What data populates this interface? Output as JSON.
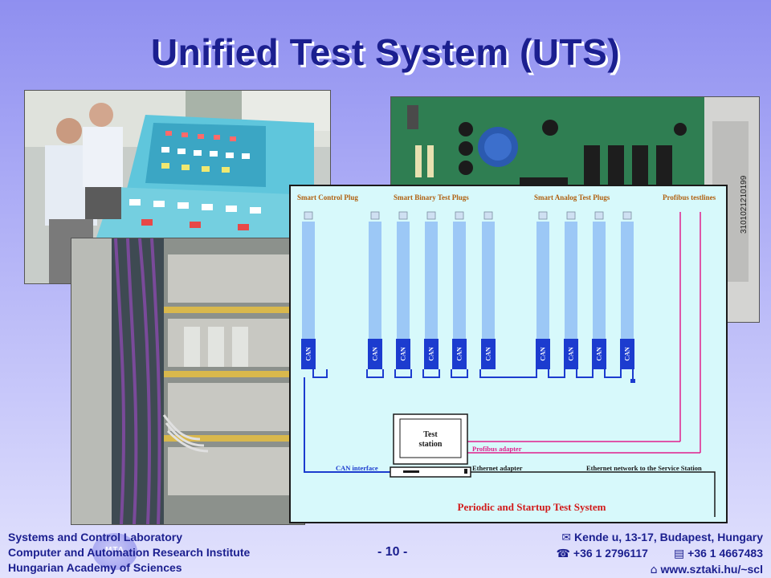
{
  "slide": {
    "title": "Unified Test System (UTS)",
    "page_number": "- 10 -"
  },
  "footer": {
    "left_lines": [
      "Systems and Control Laboratory",
      "Computer and Automation Research Institute",
      "Hungarian Academy of Sciences"
    ],
    "address": "Kende u, 13-17, Budapest, Hungary",
    "phone": "+36 1 2796117",
    "fax": "+36 1 4667483",
    "web": "www.sztaki.hu/~scl",
    "icons": {
      "address": "envelope-icon",
      "phone": "telephone-icon",
      "fax": "fax-icon",
      "web": "home-icon"
    }
  },
  "photos": {
    "board_serial": "3101021210199"
  },
  "diagram": {
    "headers": [
      "Smart Control Plug",
      "Smart Binary Test Plugs",
      "Smart Analog Test Plugs",
      "Profibus testlines"
    ],
    "can_label": "CAN",
    "test_station_label": "Test station",
    "profibus_adapter_label": "Profibus adapter",
    "can_interface_label": "CAN interface",
    "ethernet_adapter_label": "Ethernet adapter",
    "ethernet_network_label": "Ethernet network to the Service Station",
    "caption": "Periodic and Startup Test System",
    "colors": {
      "plug": "#9cc8f6",
      "can_box": "#1c3ccf",
      "wire": "#1c3ccf",
      "profibus": "#e0208c",
      "caption": "#d11a1a",
      "header": "#b06010"
    }
  }
}
